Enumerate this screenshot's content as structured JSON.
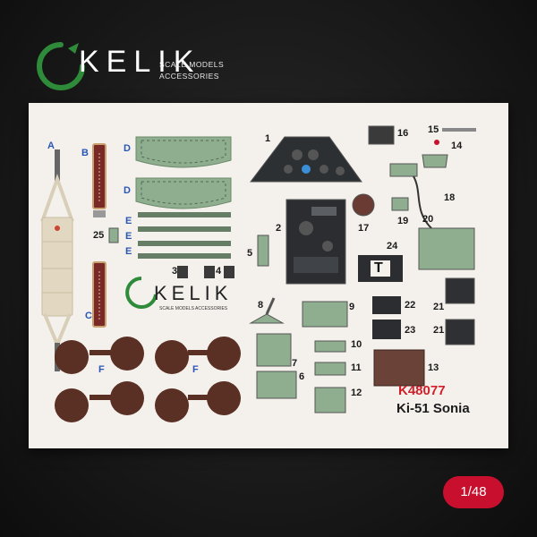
{
  "brand": {
    "name": "KELIK",
    "line1": "SCALE MODELS",
    "line2": "ACCESSORIES"
  },
  "sheet": {
    "inner_logo_name": "KELIK",
    "inner_logo_sub": "SCALE MODELS ACCESSORIES",
    "labels": {
      "A": "A",
      "B": "B",
      "C": "C",
      "D1": "D",
      "D2": "D",
      "E1": "E",
      "E2": "E",
      "E3": "E",
      "F1": "F",
      "F2": "F",
      "n1": "1",
      "n2": "2",
      "n3": "3",
      "n4": "4",
      "n5": "5",
      "n6": "6",
      "n7": "7",
      "n8": "8",
      "n9": "9",
      "n10": "10",
      "n11": "11",
      "n12": "12",
      "n13": "13",
      "n14": "14",
      "n15": "15",
      "n16": "16",
      "n17": "17",
      "n18": "18",
      "n19": "19",
      "n20": "20",
      "n21a": "21",
      "n21b": "21",
      "n22": "22",
      "n23": "23",
      "n24": "24",
      "n25": "25"
    },
    "panel_24_letter": "T",
    "product_code": "K48077",
    "model_name": "Ki-51 Sonia"
  },
  "scale_badge": "1/48",
  "colors": {
    "background": "#161616",
    "sheet": "#f4f1ec",
    "interior_green": "#8fae8f",
    "brown_parts": "#5a2f24",
    "red_accent": "#c8102e",
    "label_blue": "#2a57b5",
    "code_red": "#d01f2a",
    "brand_green": "#2e8b3a"
  }
}
